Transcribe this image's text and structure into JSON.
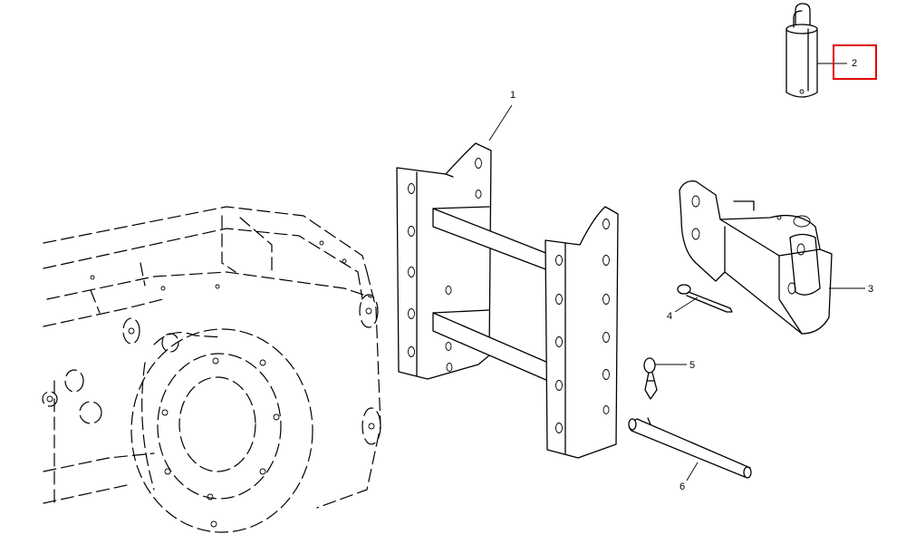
{
  "callouts": [
    {
      "id": "1",
      "label": "1"
    },
    {
      "id": "2",
      "label": "2",
      "highlighted": true
    },
    {
      "id": "3",
      "label": "3"
    },
    {
      "id": "4",
      "label": "4"
    },
    {
      "id": "5",
      "label": "5"
    },
    {
      "id": "6",
      "label": "6"
    }
  ],
  "colors": {
    "line": "#000000",
    "highlight": "#e00000",
    "background": "#ffffff"
  }
}
